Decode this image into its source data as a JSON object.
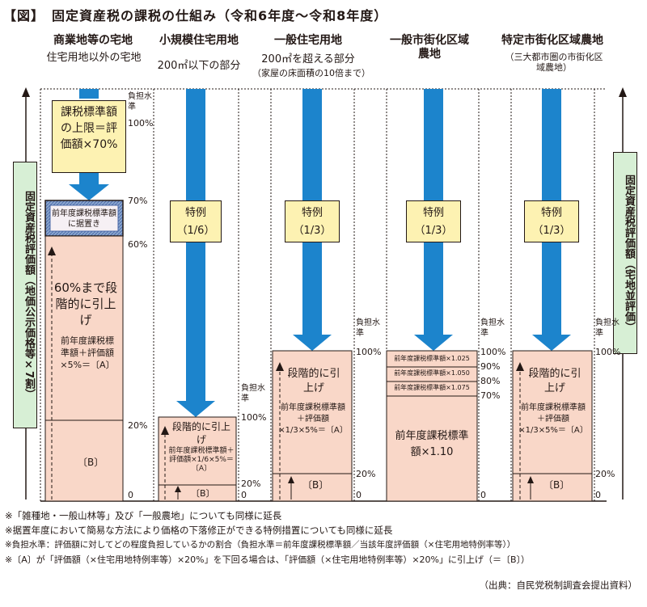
{
  "title": "【図】　固定資産税の課税の仕組み（令和6年度～令和8年度）",
  "columns": [
    {
      "name": "商業地等の宅地",
      "sub": "住宅用地以外の宅地"
    },
    {
      "name": "小規模住宅用地",
      "sub": "200㎡以下の部分"
    },
    {
      "name": "一般住宅用地",
      "sub": "200㎡を超える部分",
      "sub2": "（家屋の床面積の10倍まで）"
    },
    {
      "name": "一般市街化区域農地"
    },
    {
      "name": "特定市街化区域農地",
      "sub": "（三大都市圏の市街化区域農地）"
    }
  ],
  "left_axis": "固定資産税評価額（地価公示価格等×7割）",
  "right_axis": "固定資産税評価額（宅地並評価）",
  "burden": "負担水準",
  "pct": {
    "p100": "100%",
    "p70": "70%",
    "p60": "60%",
    "p20": "20%",
    "p0": "0",
    "p90": "90%",
    "p80": "80%"
  },
  "col1": {
    "upper": "課税標準額の上限＝評価額×70%",
    "hold": "前年度課税標準額に据置き",
    "main": "60%まで段階的に引上げ",
    "formula": "前年度課税標準額＋評価額×5%＝〔A〕",
    "b": "〔B〕"
  },
  "col2": {
    "tok": "特例（1/6）",
    "main": "段階的に引上げ",
    "formula": "前年度課税標準額＋評価額×1/6×5%＝〔A〕",
    "b": "〔B〕"
  },
  "col3": {
    "tok": "特例（1/3）",
    "main": "段階的に引上げ",
    "formula": "前年度課税標準額＋評価額×1/3×5%＝〔A〕",
    "b": "〔B〕"
  },
  "col4": {
    "tok": "特例（1/3）",
    "r1": "前年度課税標準額×1.025",
    "r2": "前年度課税標準額×1.050",
    "r3": "前年度課税標準額×1.075",
    "main": "前年度課税標準額×1.10"
  },
  "col5": {
    "tok": "特例（1/3）",
    "main": "段階的に引上げ",
    "formula": "前年度課税標準額＋評価額×1/3×5%＝〔A〕",
    "b": "〔B〕"
  },
  "notes": [
    "※「雑種地・一般山林等」及び「一般農地」についても同様に延長",
    "※据置年度において簡易な方法により価格の下落修正ができる特例措置についても同様に延長",
    "※負担水準：評価額に対してどの程度負担しているかの割合（負担水準＝前年度課税標準額／当該年度評価額（×住宅用地特例率等））",
    "※〔A〕が「評価額（×住宅用地特例率等）×20%」を下回る場合は、「評価額（×住宅用地特例率等）×20%」に引上げ（＝〔B〕）"
  ],
  "source": "（出典：自民党税制調査会提出資料）"
}
